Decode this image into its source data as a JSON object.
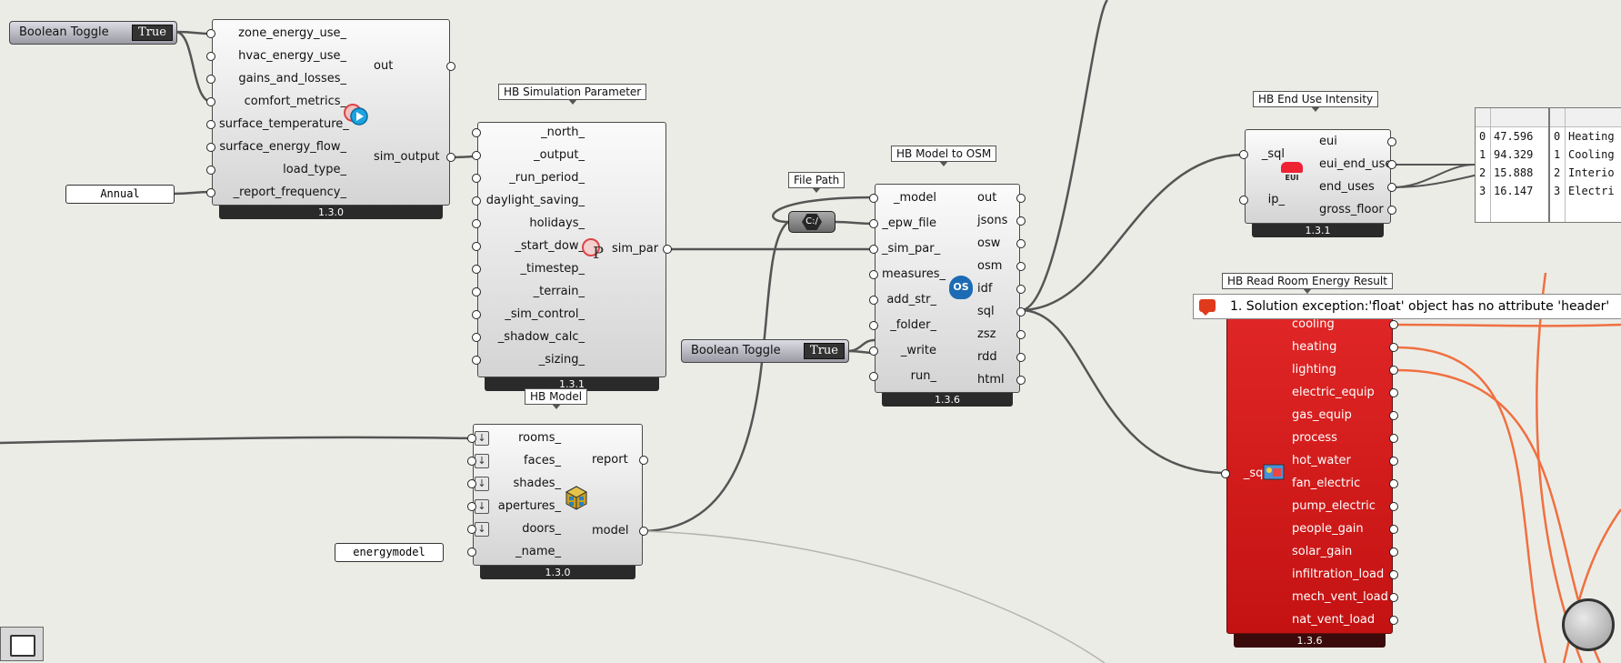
{
  "canvas": {
    "background": "#ecece7",
    "wire_color": "#555555",
    "red_wire_color": "#f07040"
  },
  "toggle1": {
    "label": "Boolean Toggle",
    "value": "True"
  },
  "toggle2": {
    "label": "Boolean Toggle",
    "value": "True"
  },
  "panel_annual": {
    "value": "Annual"
  },
  "panel_energymodel": {
    "value": "energymodel"
  },
  "output_comp": {
    "inputs": [
      "zone_energy_use_",
      "hvac_energy_use_",
      "gains_and_losses_",
      "comfort_metrics_",
      "surface_temperature_",
      "surface_energy_flow_",
      "load_type_",
      "_report_frequency_"
    ],
    "outputs": [
      "out",
      "sim_output"
    ],
    "version": "1.3.0",
    "icon": "play-icon"
  },
  "sim_param": {
    "title": "HB Simulation Parameter",
    "inputs": [
      "_north_",
      "_output_",
      "_run_period_",
      "daylight_saving_",
      "holidays_",
      "_start_dow_",
      "_timestep_",
      "_terrain_",
      "_sim_control_",
      "_shadow_calc_",
      "_sizing_"
    ],
    "outputs": [
      "sim_par"
    ],
    "version": "1.3.1",
    "icon": "parameter-icon"
  },
  "file_path": {
    "title": "File Path",
    "glyph": "C:/"
  },
  "model_osm": {
    "title": "HB Model to OSM",
    "inputs": [
      "_model",
      "_epw_file",
      "_sim_par_",
      "measures_",
      "add_str_",
      "_folder_",
      "_write",
      "run_"
    ],
    "outputs": [
      "out",
      "jsons",
      "osw",
      "osm",
      "idf",
      "sql",
      "zsz",
      "rdd",
      "html"
    ],
    "version": "1.3.6",
    "icon": "openstudio-icon",
    "icon_text": "OS"
  },
  "hb_model": {
    "title": "HB Model",
    "inputs": [
      "rooms_",
      "faces_",
      "shades_",
      "apertures_",
      "doors_",
      "_name_"
    ],
    "outputs": [
      "report",
      "model"
    ],
    "version": "1.3.0",
    "icon": "model-cube-icon"
  },
  "eui": {
    "title": "HB End Use Intensity",
    "inputs": [
      "_sql",
      "ip_"
    ],
    "outputs": [
      "eui",
      "eui_end_use",
      "end_uses",
      "gross_floor"
    ],
    "version": "1.3.1",
    "icon": "eui-icon",
    "icon_text": "EUI"
  },
  "read_room": {
    "title": "HB Read Room Energy Result",
    "inputs": [
      "_sql"
    ],
    "outputs": [
      "cooling",
      "heating",
      "lighting",
      "electric_equip",
      "gas_equip",
      "process",
      "hot_water",
      "fan_electric",
      "pump_electric",
      "people_gain",
      "solar_gain",
      "infiltration_load",
      "mech_vent_load",
      "nat_vent_load"
    ],
    "version": "1.3.6",
    "icon": "room-energy-icon",
    "error": "1. Solution exception:'float' object has no attribute 'header'"
  },
  "eui_panel": {
    "indices": [
      "0",
      "1",
      "2",
      "3"
    ],
    "values": [
      "47.596",
      "94.329",
      "15.888",
      "16.147"
    ]
  },
  "enduse_panel": {
    "indices": [
      "0",
      "1",
      "2",
      "3"
    ],
    "values": [
      "Heating",
      "Cooling",
      "Interio",
      "Electri"
    ]
  },
  "widgets": {
    "left_icon": "panel-lock-icon",
    "right_icon": "navigation-dial-icon"
  }
}
